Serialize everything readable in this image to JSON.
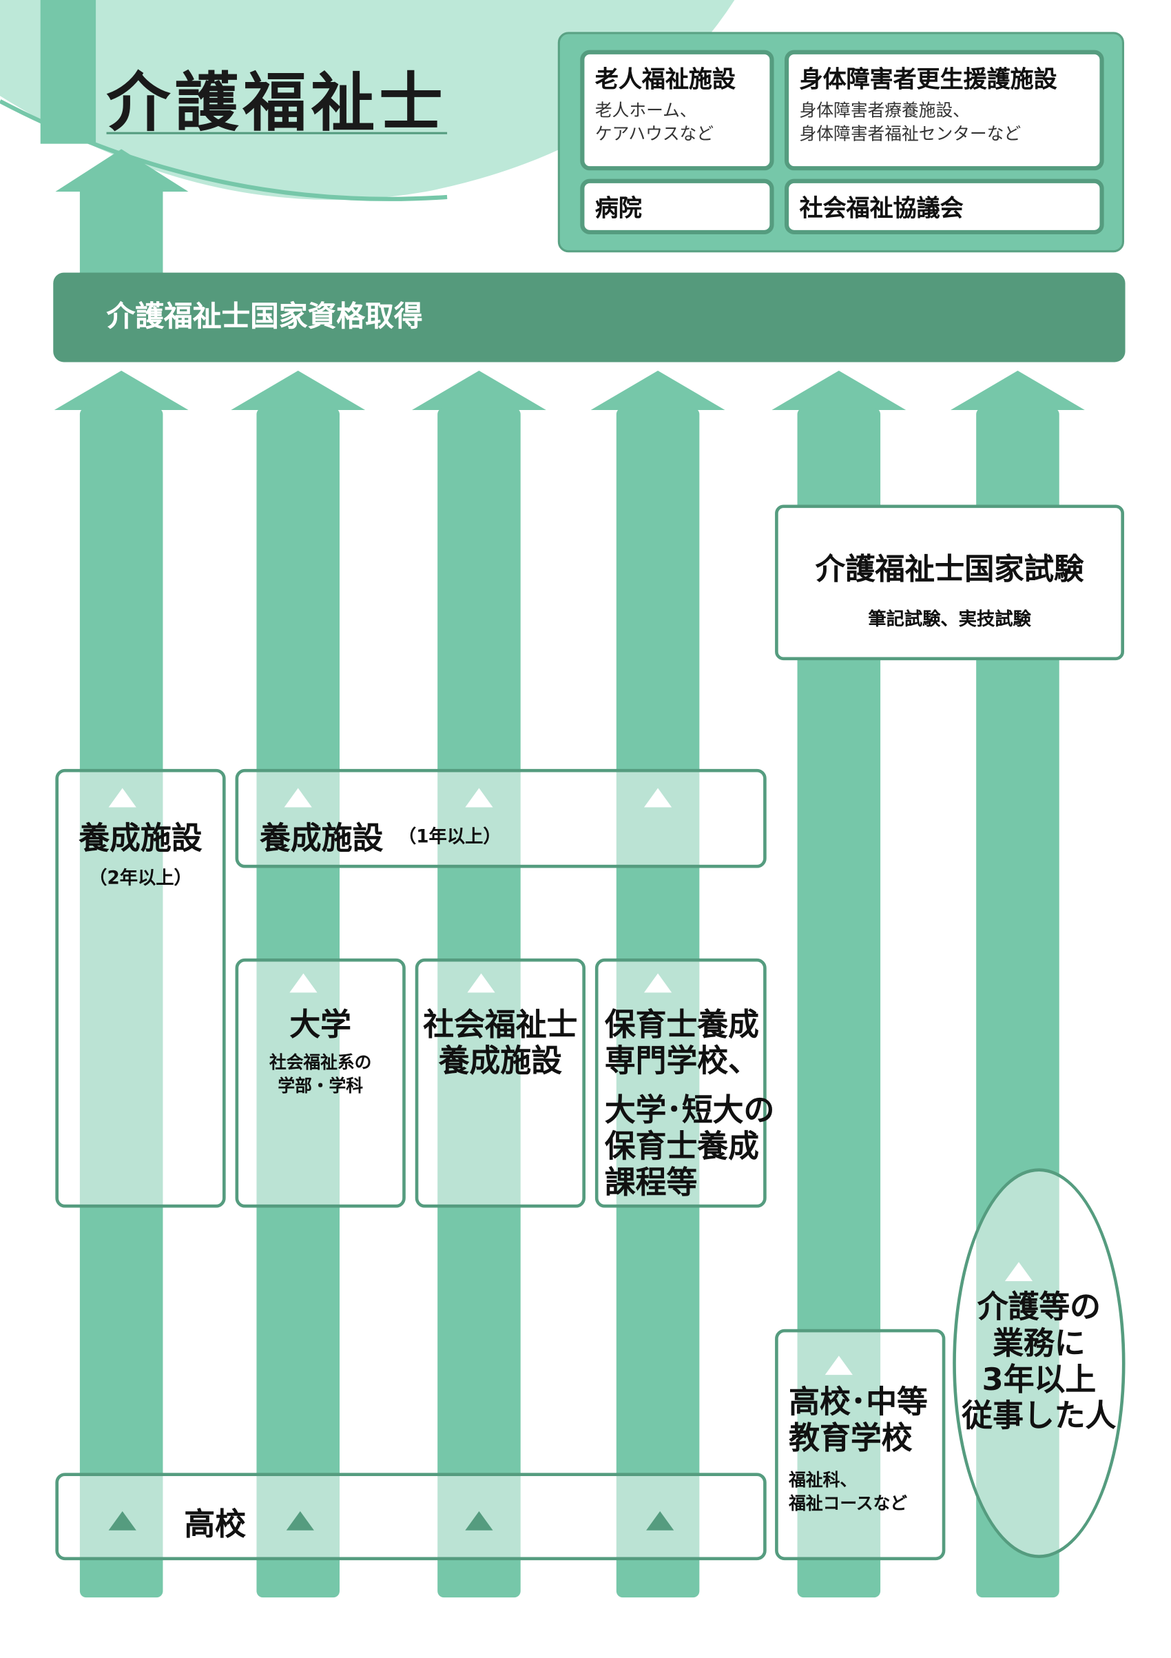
{
  "title": "介護福祉士",
  "workplaces": {
    "elderly": {
      "heading": "老人福祉施設",
      "detail_1": "老人ホーム、",
      "detail_2": "ケアハウスなど"
    },
    "disability": {
      "heading": "身体障害者更生援護施設",
      "detail_1": "身体障害者療養施設、",
      "detail_2": "身体障害者福祉センターなど"
    },
    "hospital": {
      "heading": "病院"
    },
    "council": {
      "heading": "社会福祉協議会"
    }
  },
  "goal_band": "介護福祉士国家資格取得",
  "exam": {
    "title": "介護福祉士国家試験",
    "subtitle": "筆記試験、実技試験"
  },
  "routes": {
    "training_2yr": {
      "label": "養成施設",
      "note": "（2年以上）"
    },
    "training_1yr": {
      "label": "養成施設",
      "note": "（1年以上）"
    },
    "university": {
      "label": "大学",
      "note_1": "社会福祉系の",
      "note_2": "学部・学科"
    },
    "social_worker_school": {
      "line_1": "社会福祉士",
      "line_2": "養成施設"
    },
    "childcare": {
      "line_1": "保育士養成",
      "line_2": "専門学校、",
      "line_3": "大学･短大の",
      "line_4": "保育士養成",
      "line_5": "課程等"
    },
    "high_school": {
      "label": "高校"
    },
    "welfare_high_school": {
      "line_1": "高校･中等",
      "line_2": "教育学校",
      "note_1": "福祉科、",
      "note_2": "福祉コースなど"
    },
    "experience": {
      "line_1": "介護等の",
      "line_2": "業務に",
      "line_3": "3年以上",
      "line_4": "従事した人"
    }
  },
  "colors": {
    "arrow": "#76c7a9",
    "dark": "#559c7f",
    "band": "#559a7c",
    "light": "#bde8d8"
  },
  "diagram": {
    "route_arrow_count": 6,
    "high_school_marker_count": 4,
    "training_1yr_marker_count": 3
  }
}
